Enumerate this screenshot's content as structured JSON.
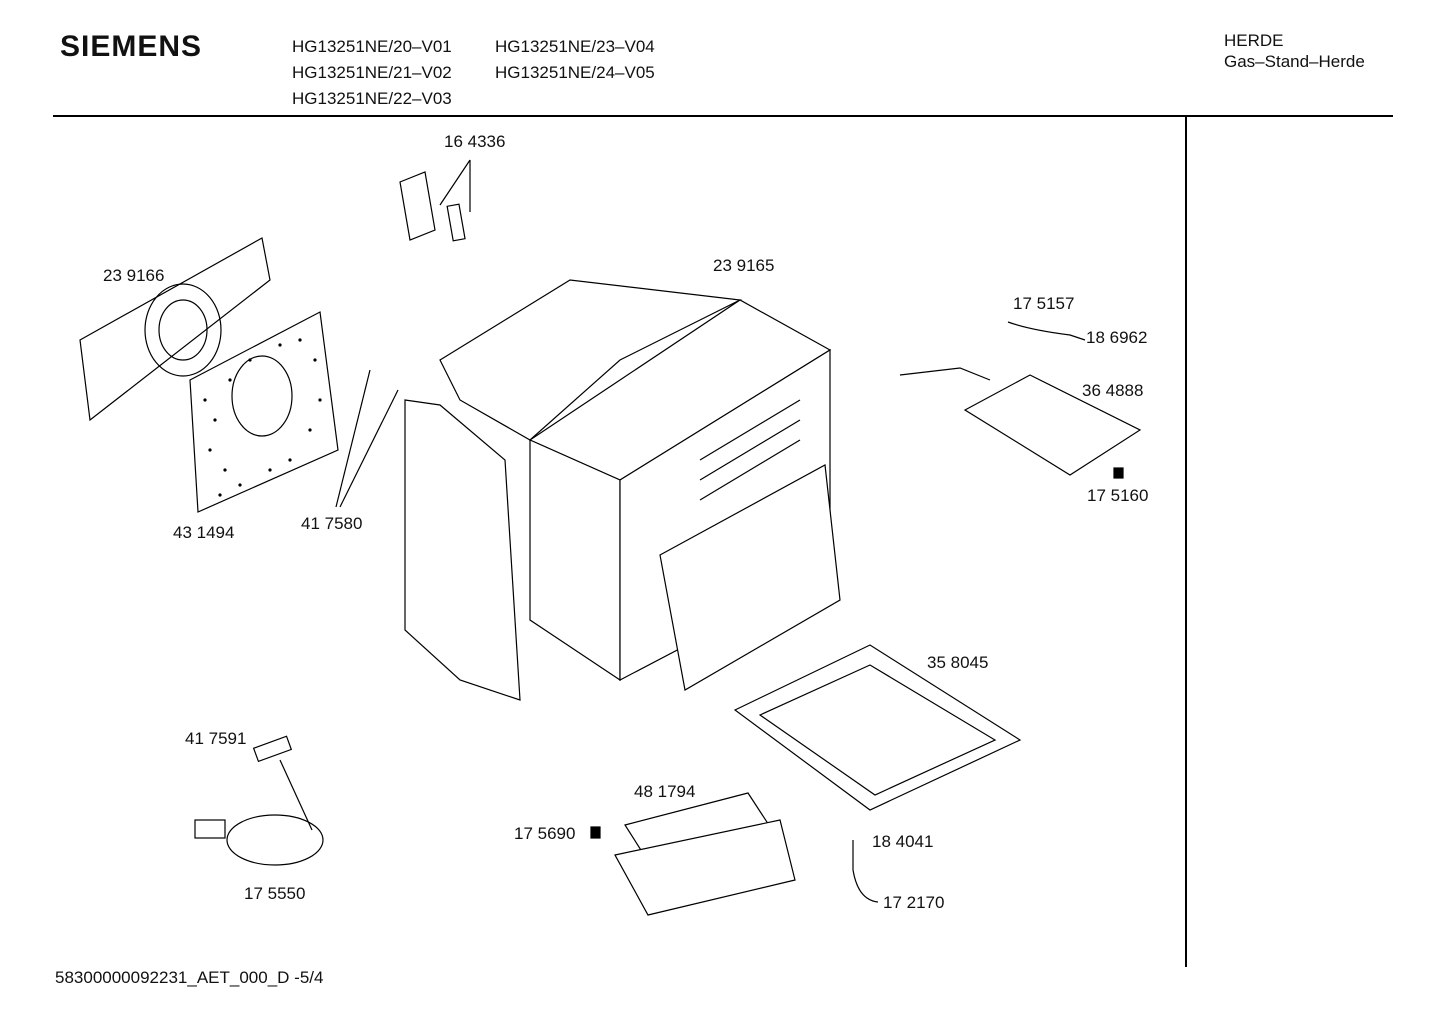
{
  "header": {
    "brand": "SIEMENS",
    "models": [
      "HG13251NE/20–V01",
      "HG13251NE/21–V02",
      "HG13251NE/22–V03",
      "HG13251NE/23–V04",
      "HG13251NE/24–V05"
    ],
    "category": "HERDE",
    "subcategory": "Gas–Stand–Herde"
  },
  "parts": [
    "16 4336",
    "23 9166",
    "23 9165",
    "17 5157",
    "18 6962",
    "36 4888",
    "17 5160",
    "43 1494",
    "41 7580",
    "35 8045",
    "41 7591",
    "48 1794",
    "17 5690",
    "18 4041",
    "17 2170",
    "17 5550"
  ],
  "footer": {
    "doc_id": "58300000092231_AET_000_D -5/4"
  }
}
